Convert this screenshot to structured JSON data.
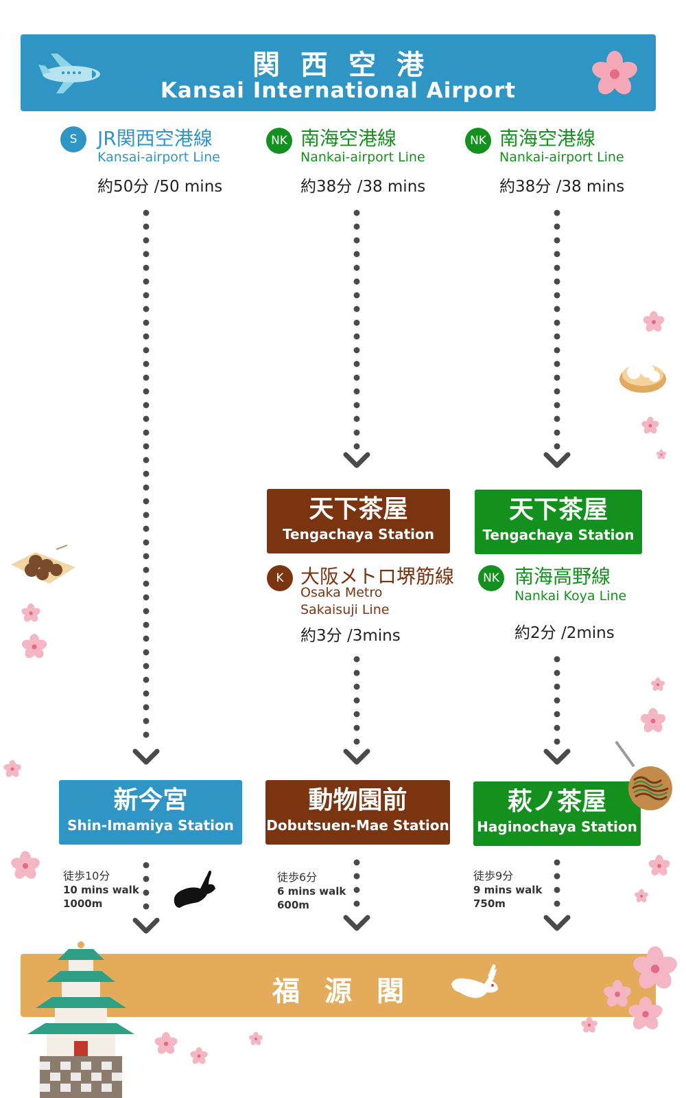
{
  "colors": {
    "jr_blue": "#2e95c4",
    "nankai_green": "#14901e",
    "metro_brown": "#7a3410",
    "banner_gold": "#e4ac5a",
    "dots": "#4a4a4a"
  },
  "header": {
    "title_jp": "関西空港",
    "title_en": "Kansai International Airport",
    "left_icon": "airplane-icon",
    "right_icon": "cherry-blossom-icon"
  },
  "lines": [
    {
      "badge": "S",
      "name_jp": "JR関西空港線",
      "name_en": "Kansai-airport Line",
      "time": "約50分 /50 mins",
      "color": "#2e95c4"
    },
    {
      "badge": "NK",
      "name_jp": "南海空港線",
      "name_en": "Nankai-airport Line",
      "time": "約38分 /38 mins",
      "color": "#14901e"
    },
    {
      "badge": "NK",
      "name_jp": "南海空港線",
      "name_en": "Nankai-airport Line",
      "time": "約38分 /38 mins",
      "color": "#14901e"
    }
  ],
  "transfer_stations": [
    {
      "name_jp": "天下茶屋",
      "name_en": "Tengachaya Station",
      "color": "#7a3410"
    },
    {
      "name_jp": "天下茶屋",
      "name_en": "Tengachaya Station",
      "color": "#14901e"
    }
  ],
  "transfer_lines": [
    {
      "badge": "K",
      "name_jp": "大阪メトロ堺筋線",
      "name_en_1": "Osaka Metro",
      "name_en_2": "Sakaisuji Line",
      "time": "約3分 /3mins",
      "color": "#7a3410"
    },
    {
      "badge": "NK",
      "name_jp": "南海高野線",
      "name_en_1": "Nankai Koya Line",
      "time": "約2分 /2mins",
      "color": "#14901e"
    }
  ],
  "final_stations": [
    {
      "name_jp": "新今宮",
      "name_en": "Shin-Imamiya Station",
      "color": "#2e95c4"
    },
    {
      "name_jp": "動物園前",
      "name_en": "Dobutsuen-Mae Station",
      "color": "#7a3410"
    },
    {
      "name_jp": "萩ノ茶屋",
      "name_en": "Haginochaya Station",
      "color": "#14901e"
    }
  ],
  "walks": [
    {
      "jp": "徒歩10分",
      "en": "10 mins walk",
      "dist": "1000m"
    },
    {
      "jp": "徒歩6分",
      "en": "6 mins walk",
      "dist": "600m"
    },
    {
      "jp": "徒歩9分",
      "en": "9 mins walk",
      "dist": "750m"
    }
  ],
  "destination": {
    "title_jp": "福源閣",
    "left_icon": "osaka-castle-icon",
    "right_icon": "rabbit-icon"
  }
}
